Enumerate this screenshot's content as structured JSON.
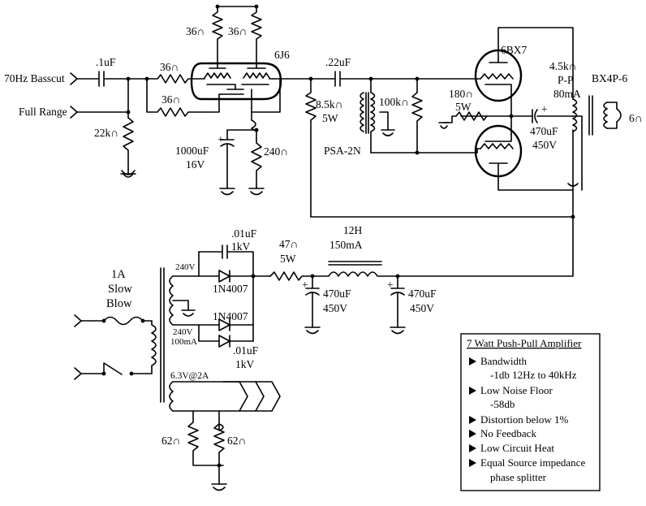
{
  "inputs": {
    "basscut": "70Hz Basscut",
    "full_range": "Full Range"
  },
  "components": {
    "c_in": ".1uF",
    "r_in": "36∩",
    "r_in2": "36∩",
    "r_pull_down": "22k∩",
    "r_plate1": "36∩",
    "r_plate2": "36∩",
    "tube_driver": "6J6",
    "c_cathode": "1000uF",
    "c_cathode_v": "16V",
    "r_cathode": "240∩",
    "c_couple": ".22uF",
    "r_drop": "8.5k∩",
    "r_drop_w": "5W",
    "r_grid": "100k∩",
    "transformer_in": "PSA-2N",
    "tube_output": "6BX7",
    "r_bias": "180∩",
    "r_bias_w": "5W",
    "c_bias": "470uF",
    "c_bias_v": "450V",
    "out_imp": "4.5k∩",
    "out_pp": "P-P",
    "out_ma": "80mA",
    "transformer_out": "BX4P-6",
    "speaker": "6∩"
  },
  "power": {
    "fuse1": "1A",
    "fuse2": "Slow",
    "fuse3": "Blow",
    "sec_top_v": "240V",
    "sec_bot_v": "240V",
    "sec_bot_ma": "100mA",
    "c_diode_top": ".01uF",
    "c_diode_top_v": "1kV",
    "diode_top": "1N4007",
    "diode_bot": "1N4007",
    "c_diode_bot": ".01uF",
    "c_diode_bot_v": "1kV",
    "r_filter": "47∩",
    "r_filter_w": "5W",
    "choke": "12H",
    "choke_ma": "150mA",
    "c_filter1": "470uF",
    "c_filter1_v": "450V",
    "c_filter2": "470uF",
    "c_filter2_v": "450V",
    "heater": "6.3V@2A",
    "r_heater1": "62∩",
    "r_heater2": "62∩"
  },
  "info_box": {
    "title": "7 Watt Push-Pull Amplifier",
    "items": [
      {
        "head": "Bandwidth",
        "sub": "-1db 12Hz to 40kHz"
      },
      {
        "head": "Low Noise Floor",
        "sub": "-58db"
      },
      {
        "head": "Distortion below 1%",
        "sub": ""
      },
      {
        "head": "No Feedback",
        "sub": ""
      },
      {
        "head": "Low Circuit Heat",
        "sub": ""
      },
      {
        "head": "Equal Source impedance",
        "sub": "phase splitter"
      }
    ]
  }
}
